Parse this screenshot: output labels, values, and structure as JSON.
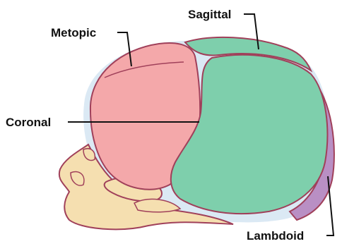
{
  "labels": {
    "metopic": "Metopic",
    "sagittal": "Sagittal",
    "coronal": "Coronal",
    "lambdoid": "Lambdoid"
  },
  "colors": {
    "frontal_bone": "#f4a8aa",
    "parietal_bone": "#7ecfac",
    "occipital_bone": "#b98fc4",
    "facial_bones": "#f5dfb0",
    "fontanelle": "#dbe9f4",
    "outline": "#a0405a",
    "suture_line": "#111111"
  }
}
